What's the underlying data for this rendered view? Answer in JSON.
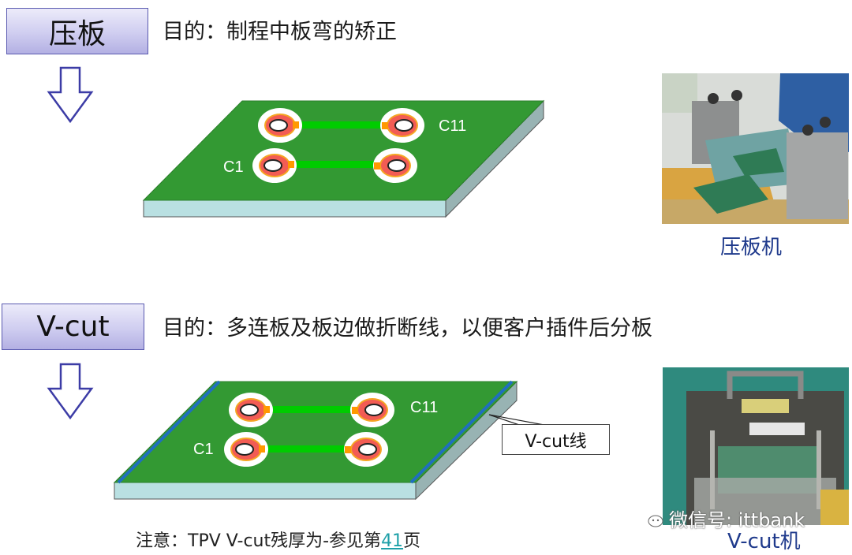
{
  "section1": {
    "title": "压板",
    "purpose": "目的：制程中板弯的矫正",
    "diagram": {
      "label_top_right": "C11",
      "label_bottom_left": "C1"
    },
    "photo_caption": "压板机",
    "arrow_icon": "down-arrow-icon"
  },
  "section2": {
    "title": "V-cut",
    "purpose": "目的：多连板及板边做折断线，以便客户插件后分板",
    "diagram": {
      "label_top_right": "C11",
      "label_bottom_left": "C1",
      "callout": "V-cut线"
    },
    "photo_caption": "V-cut机",
    "arrow_icon": "down-arrow-icon",
    "note_prefix": "注意：TPV V-cut残厚为-参见第",
    "note_page": "41",
    "note_suffix": "页"
  },
  "watermark": {
    "text": "微信号: ittbank",
    "icon": "wechat-icon"
  },
  "colors": {
    "board_top": "#339933",
    "board_front": "#b9e0e2",
    "board_side": "#98b3b3",
    "trace": "#00cc00",
    "pad_ring": "#f25c54",
    "pad_outer": "#f5a623",
    "vcut_line": "#1f6fbf",
    "box_border": "#5a5ab0",
    "caption": "#1f3a8c",
    "page_link": "#1ea0a8"
  }
}
